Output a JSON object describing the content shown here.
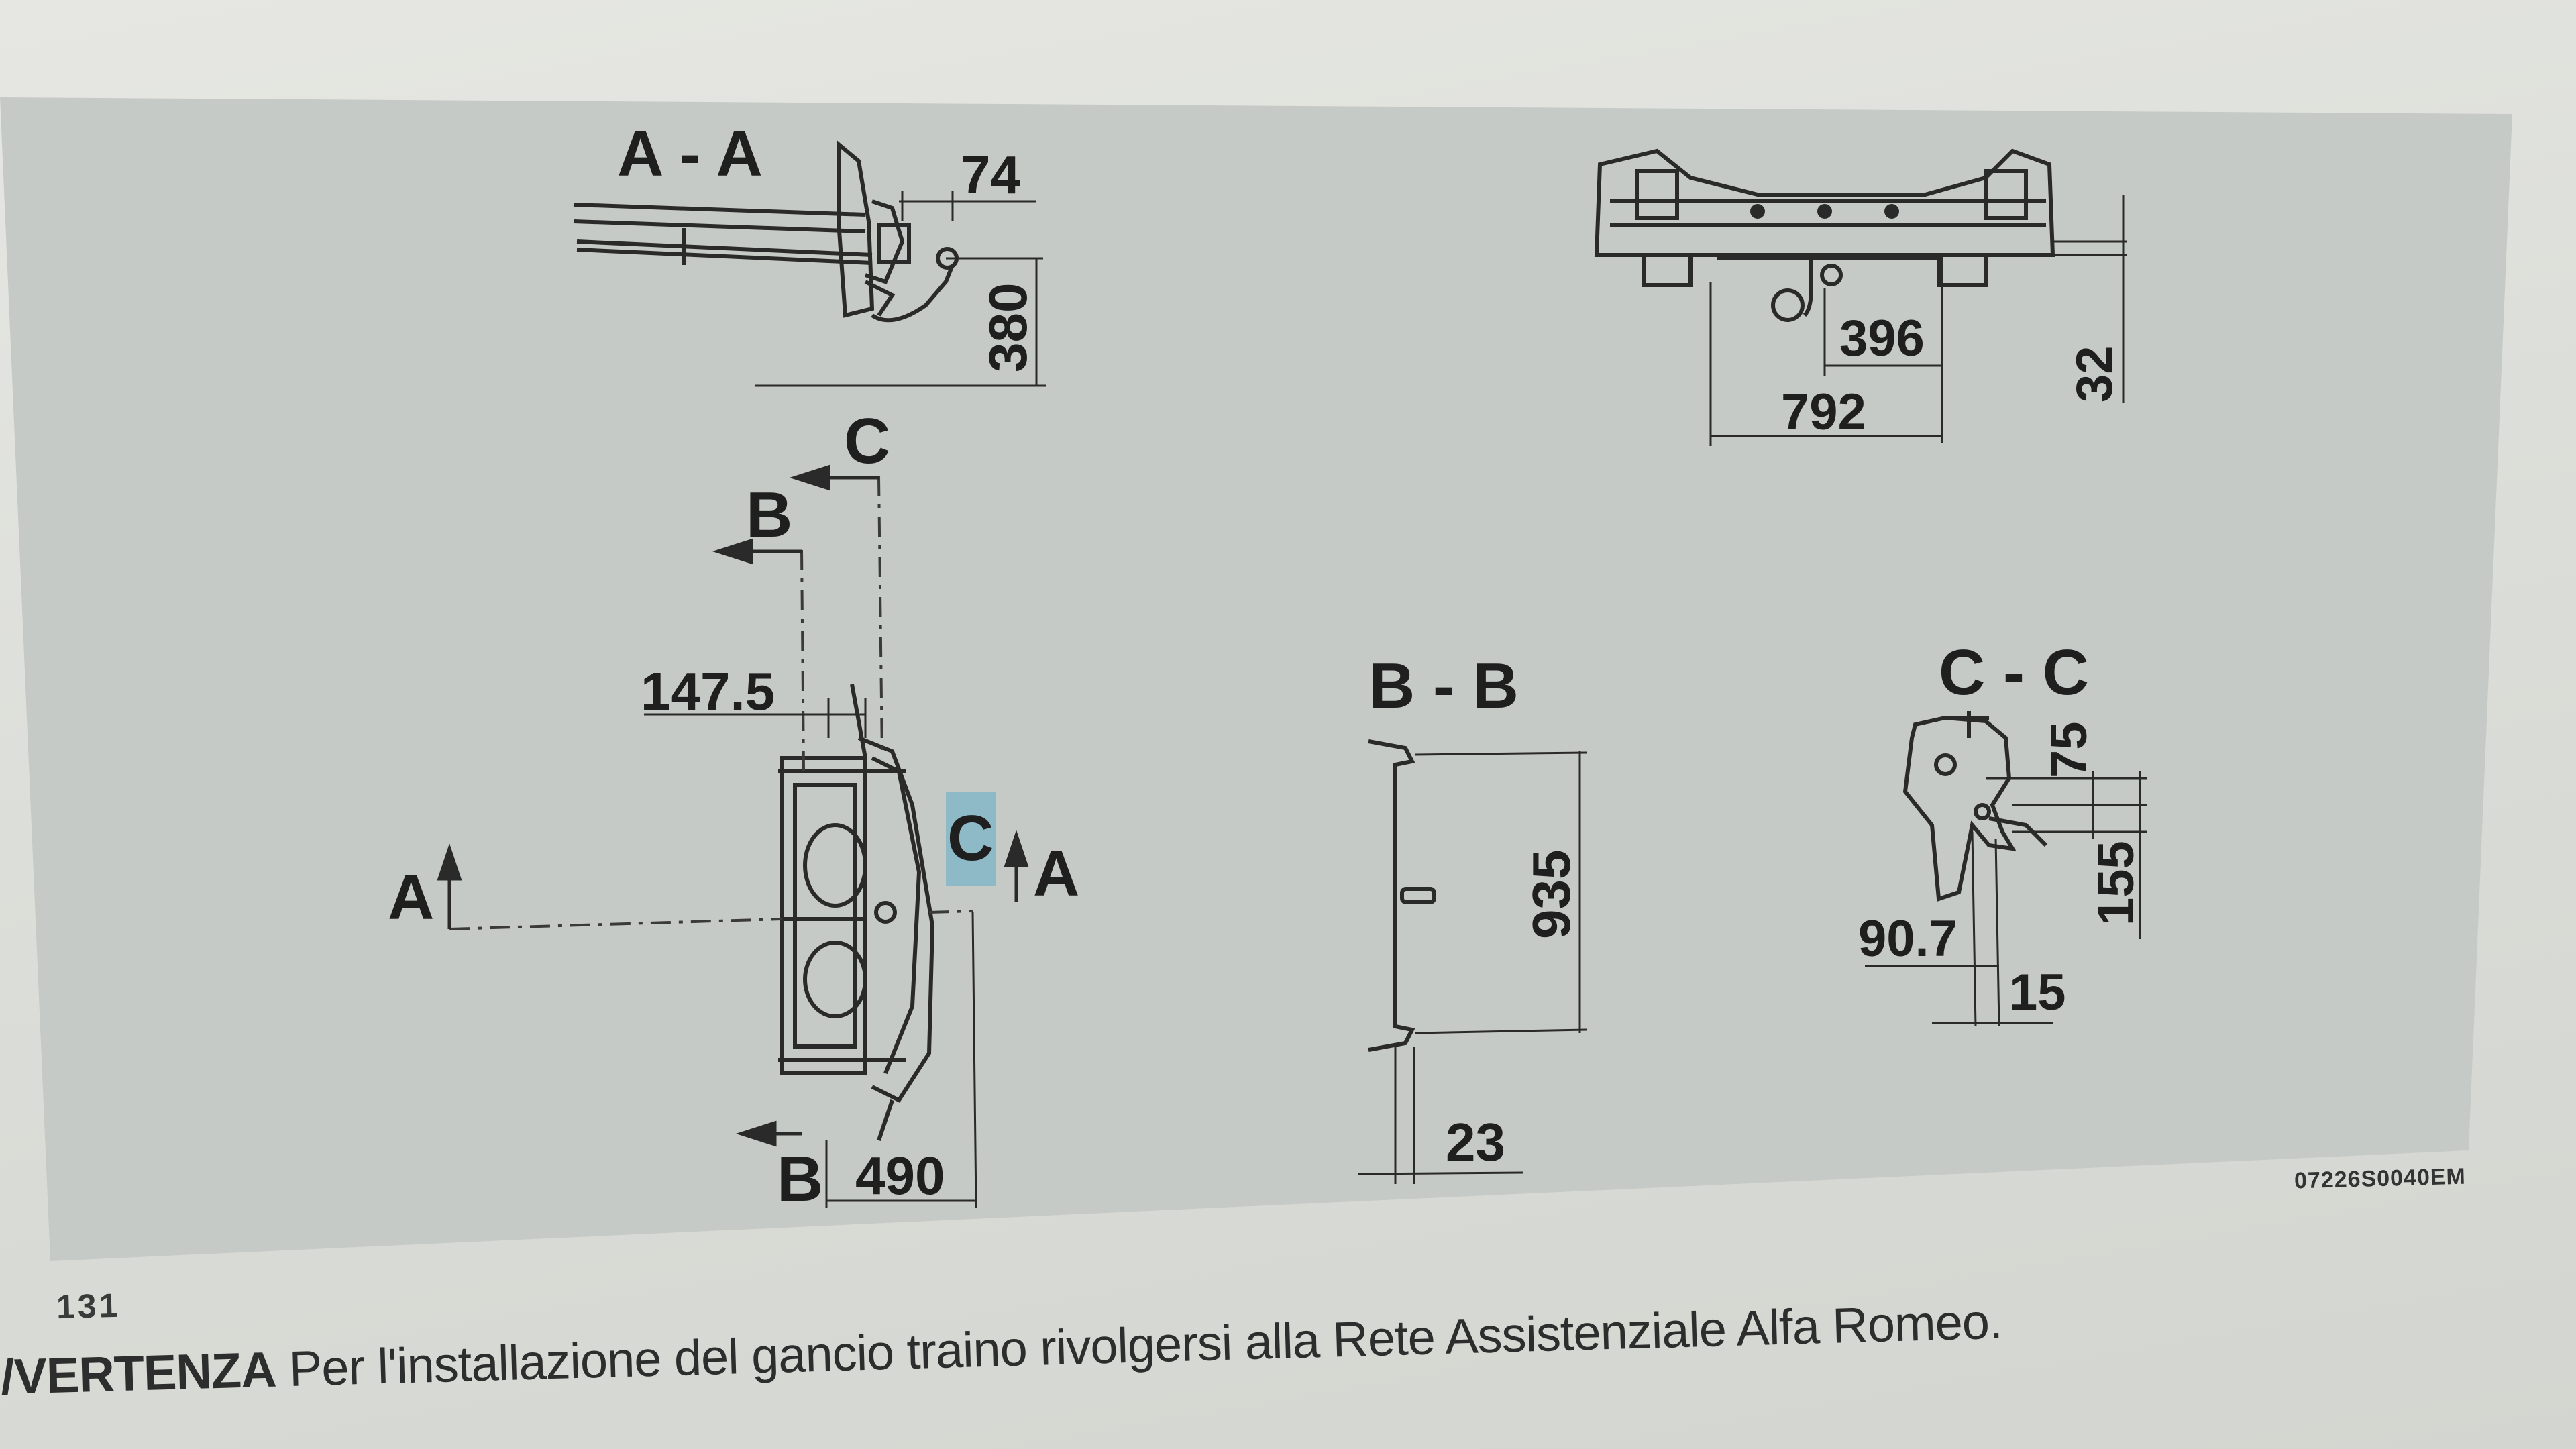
{
  "diagram": {
    "section_aa": {
      "title": "A - A",
      "dims": [
        "74",
        "380"
      ]
    },
    "top_view": {
      "dims": [
        "396",
        "792",
        "32"
      ]
    },
    "plan_view": {
      "section_markers": [
        "C",
        "B",
        "A",
        "C",
        "A",
        "B"
      ],
      "dims": [
        "147.5",
        "490"
      ]
    },
    "section_bb": {
      "title": "B - B",
      "dims": [
        "935",
        "23"
      ]
    },
    "section_cc": {
      "title": "C - C",
      "dims": [
        "75",
        "155",
        "90.7",
        "15"
      ]
    },
    "image_code": "07226S0040EM"
  },
  "page": {
    "number": "131",
    "warning_lead": "/VERTENZA",
    "warning_body": " Per l'installazione del gancio traino rivolgersi alla Rete Assistenziale Alfa Romeo."
  },
  "colors": {
    "panel": "#c7cbc7",
    "line": "#2a2a2a",
    "highlight": "#7fb4c7"
  }
}
